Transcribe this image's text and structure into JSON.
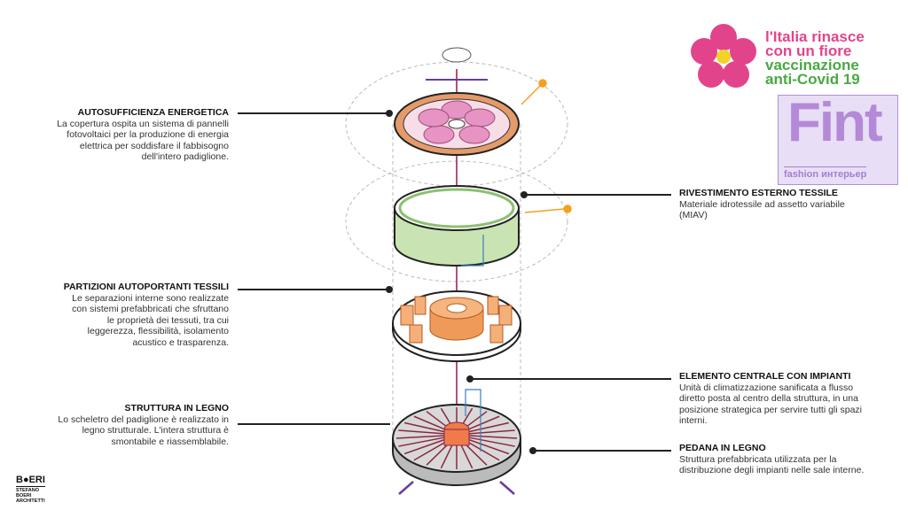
{
  "logo": {
    "line1": "l'Italia rinasce",
    "line2": "con un fiore",
    "line3": "vaccinazione",
    "line4": "anti-Covid 19",
    "pink": "#e2448c",
    "green": "#4aa844",
    "yellow": "#f3d22b"
  },
  "left": [
    {
      "title": "AUTOSUFFICIENZA ENERGETICA",
      "lines": [
        "La copertura ospita un sistema di pannelli",
        "fotovoltaici per la produzione di energia",
        "elettrica per soddisfare il fabbisogno",
        "dell'intero padiglione."
      ]
    },
    {
      "title": "PARTIZIONI AUTOPORTANTI TESSILI",
      "lines": [
        "Le separazioni interne sono realizzate",
        "con sistemi prefabbricati che sfruttano",
        "le proprietà dei tessuti, tra cui",
        "leggerezza,  flessibilità, isolamento",
        "acustico e trasparenza."
      ]
    },
    {
      "title": "STRUTTURA IN LEGNO",
      "lines": [
        "Lo scheletro del padiglione è realizzato in",
        "legno strutturale. L'intera struttura è",
        "smontabile e riassemblabile."
      ]
    }
  ],
  "right": [
    {
      "title": "RIVESTIMENTO ESTERNO TESSILE",
      "lines": [
        "Materiale idrotessile ad assetto variabile",
        "(MIAV)"
      ]
    },
    {
      "title": "ELEMENTO CENTRALE CON IMPIANTI",
      "lines": [
        "Unità di climatizzazione sanificata a flusso",
        "diretto posta al centro della struttura, in una",
        "posizione strategica per servire tutti gli spazi",
        "interni."
      ]
    },
    {
      "title": "PEDANA IN LEGNO",
      "lines": [
        "Struttura prefabbricata utilizzata per la",
        "distribuzione degli impianti nelle sale interne."
      ]
    }
  ],
  "brand": {
    "name": "B●ERI",
    "sub": [
      "STEFANO",
      "BOERI",
      "ARCHITETTI"
    ]
  },
  "watermark": {
    "big": "Fint",
    "small": "fashion интерьер"
  }
}
